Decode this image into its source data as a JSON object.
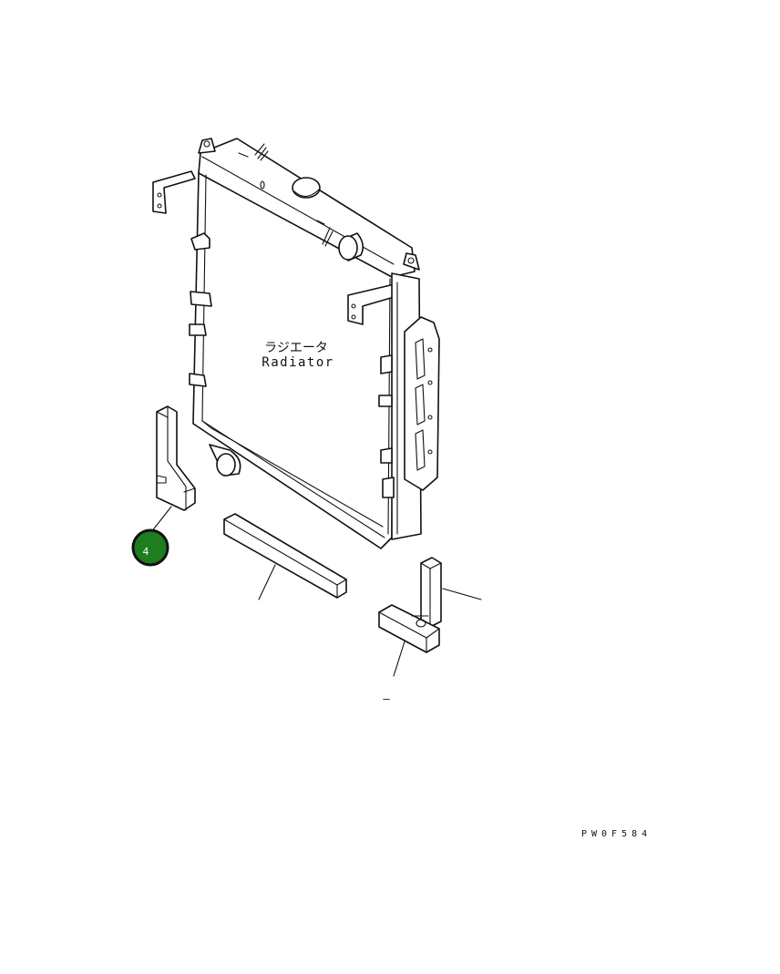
{
  "diagram": {
    "label_jp": "ラジエータ",
    "label_en": "Radiator",
    "drawing_code": "PW0F584",
    "callouts": [
      {
        "number": "4",
        "color": "#1e7d1e",
        "border": "#111111"
      }
    ],
    "dash_mark": "–"
  }
}
